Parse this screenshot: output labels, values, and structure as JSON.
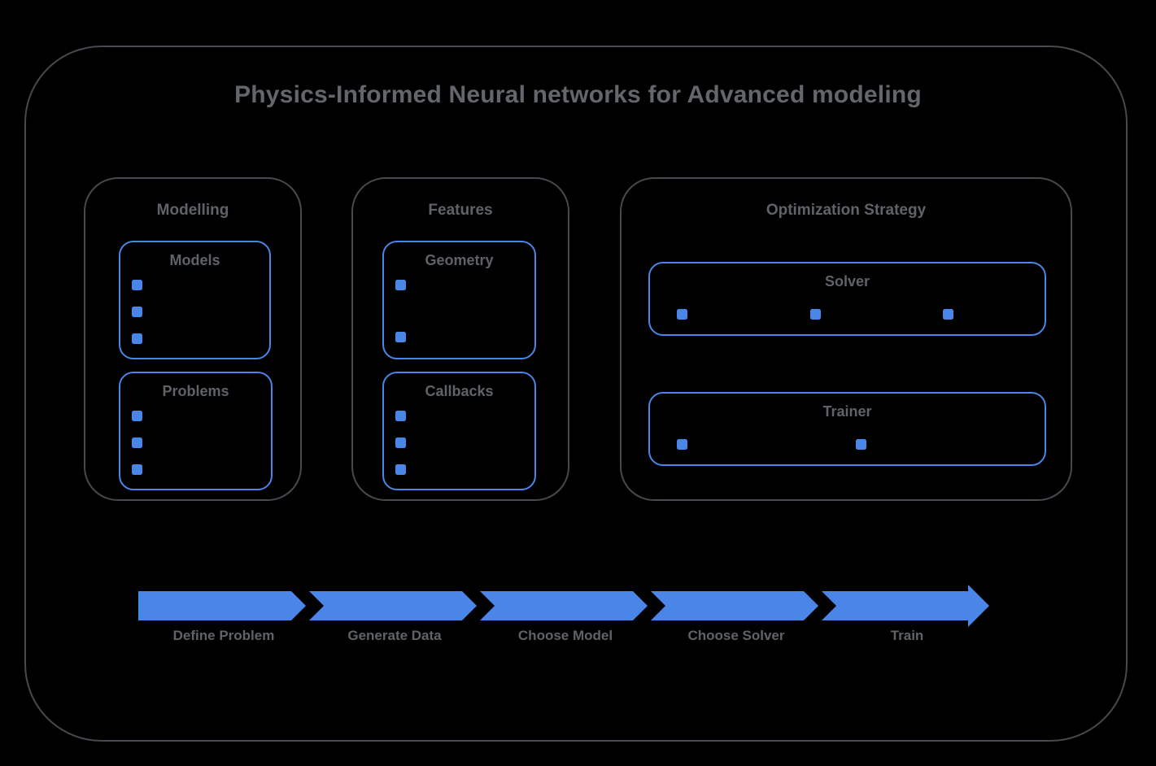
{
  "title": "Physics-Informed Neural networks for Advanced modeling",
  "sections": {
    "modelling": {
      "label": "Modelling",
      "boxes": {
        "models": {
          "label": "Models",
          "bullets": 3
        },
        "problems": {
          "label": "Problems",
          "bullets": 3
        }
      }
    },
    "features": {
      "label": "Features",
      "boxes": {
        "geometry": {
          "label": "Geometry",
          "bullets": 2
        },
        "callbacks": {
          "label": "Callbacks",
          "bullets": 3
        }
      }
    },
    "optimization": {
      "label": "Optimization Strategy",
      "boxes": {
        "solver": {
          "label": "Solver",
          "bullets": 3
        },
        "trainer": {
          "label": "Trainer",
          "bullets": 2
        }
      }
    }
  },
  "flow": {
    "steps": [
      "Define Problem",
      "Generate Data",
      "Choose Model",
      "Choose Solver",
      "Train"
    ]
  },
  "colors": {
    "accent_blue": "#4a86e8",
    "border_gray": "#47494e",
    "text_gray": "#5f6368",
    "background": "#000000"
  }
}
